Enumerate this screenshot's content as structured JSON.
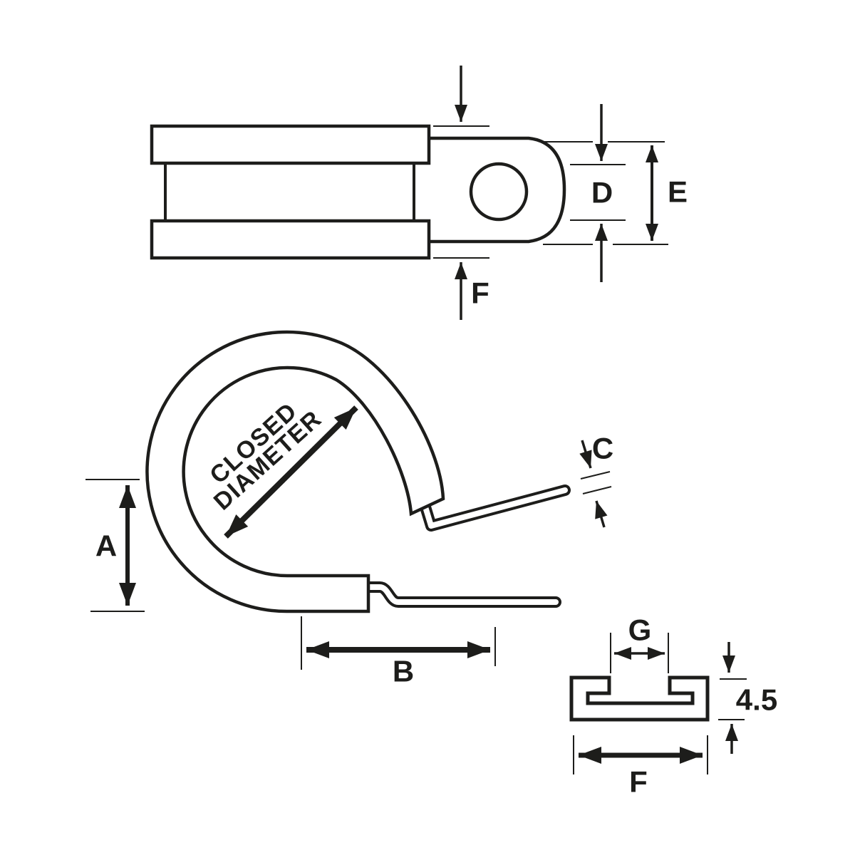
{
  "title": "P-clip technical dimension drawing",
  "colors": {
    "ink": "#1d1d1b",
    "paper": "#ffffff"
  },
  "labels": {
    "a": "A",
    "b": "B",
    "c": "C",
    "d": "D",
    "e": "E",
    "f": "F",
    "g": "G",
    "section_height": "4.5",
    "closed_diameter_line1": "CLOSED",
    "closed_diameter_line2": "DIAMETER"
  }
}
